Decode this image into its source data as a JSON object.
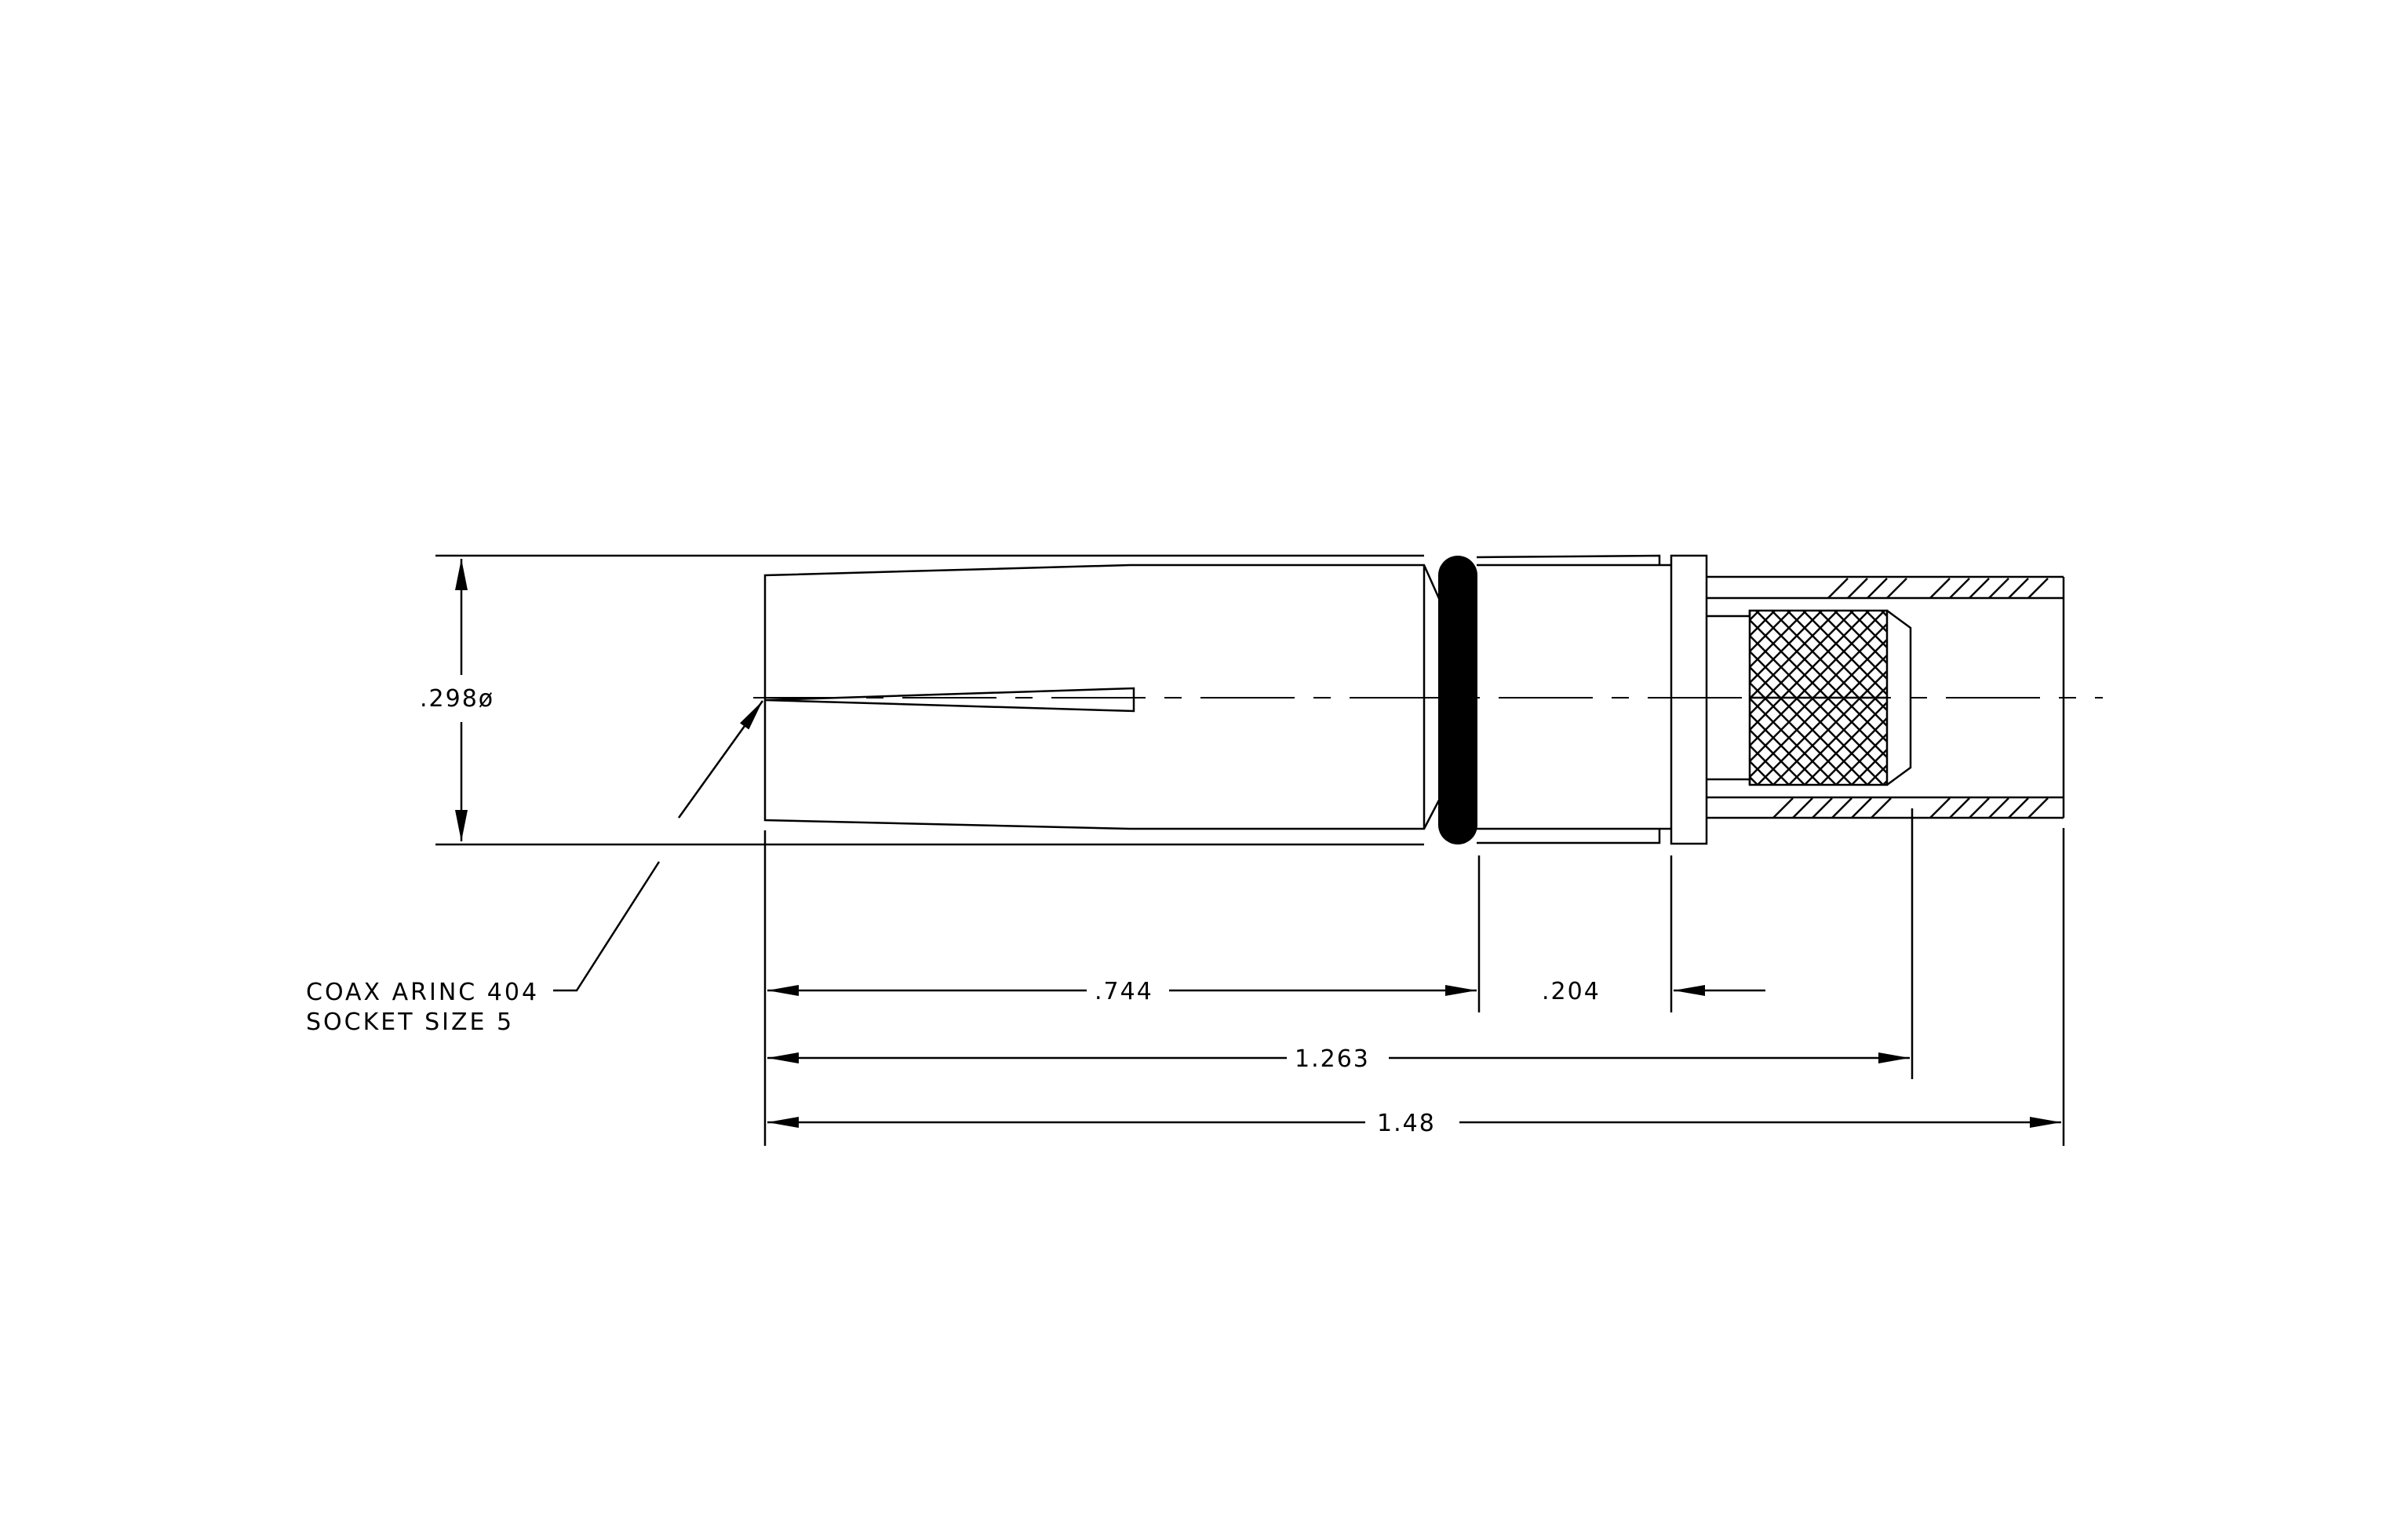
{
  "drawing": {
    "colors": {
      "line": "#000000",
      "background": "#ffffff"
    },
    "dimensions": {
      "diameter": ".298ø",
      "seg1": ".744",
      "seg2": ".204",
      "mid_length": "1.263",
      "overall_length": "1.48"
    },
    "callout": {
      "line1": "COAX ARINC 404",
      "line2": "SOCKET SIZE 5"
    }
  }
}
